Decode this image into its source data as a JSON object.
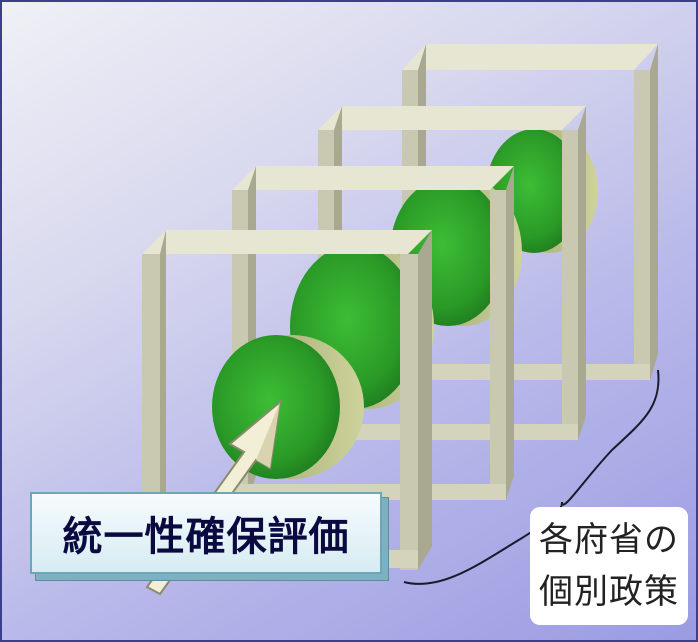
{
  "labels": {
    "unified_evaluation": "統一性確保評価",
    "ministries_line1": "各府省の",
    "ministries_line2": "個別政策"
  },
  "colors": {
    "frame": "#cfcfb6",
    "disc": "#2f9a2a",
    "background": "#b9b9e6",
    "box_border": "#6aa8b8"
  }
}
